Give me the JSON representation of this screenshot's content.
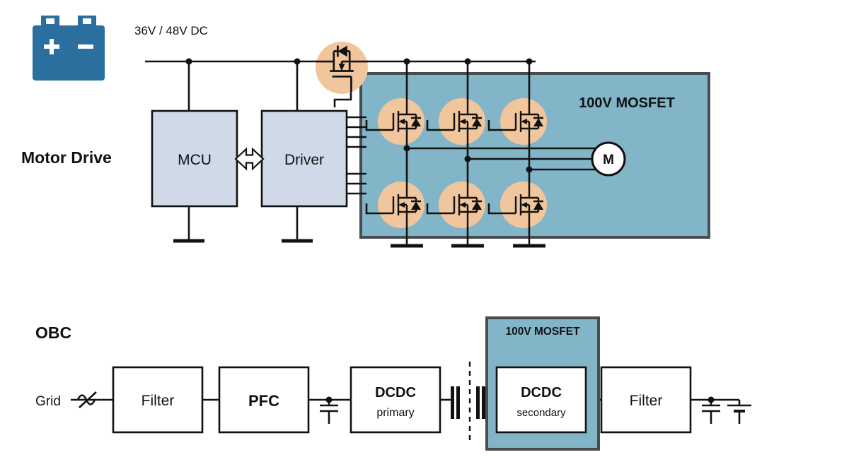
{
  "colors": {
    "panel_blue": "#83b5c9",
    "box_blue": "#cfd9e8",
    "mosfet_orange": "#f2c69c",
    "battery_blue": "#2a6f9e",
    "wire": "#111111",
    "white": "#ffffff"
  },
  "motor_drive": {
    "title": "Motor Drive",
    "voltage": "36V / 48V DC",
    "mcu": "MCU",
    "driver": "Driver",
    "panel_label": "100V MOSFET",
    "motor": "M"
  },
  "obc": {
    "title": "OBC",
    "grid": "Grid",
    "filter_in": "Filter",
    "pfc": "PFC",
    "dcdc_primary": "DCDC",
    "dcdc_primary_sub": "primary",
    "panel_label": "100V MOSFET",
    "dcdc_secondary": "DCDC",
    "dcdc_secondary_sub": "secondary",
    "filter_out": "Filter"
  }
}
